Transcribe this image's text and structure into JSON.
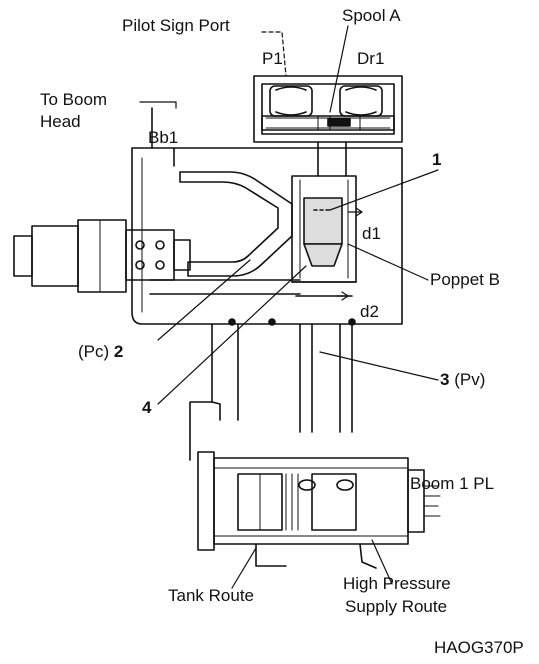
{
  "labels": {
    "pilot_sign_port": "Pilot Sign Port",
    "spool_a": "Spool A",
    "p1": "P1",
    "dr1": "Dr1",
    "to_boom_head_1": "To Boom",
    "to_boom_head_2": "Head",
    "bb1": "Bb1",
    "num_1": "1",
    "d1": "d1",
    "poppet_b": "Poppet B",
    "d2": "d2",
    "pc_prefix": "(Pc)",
    "num_2": "2",
    "num_3": "3",
    "pv_suffix": "(Pv)",
    "num_4": "4",
    "boom_1_pl": "Boom 1 PL",
    "tank_route": "Tank Route",
    "high_pressure_1": "High Pressure",
    "high_pressure_2": "Supply Route",
    "figure_code": "HAOG370P"
  }
}
